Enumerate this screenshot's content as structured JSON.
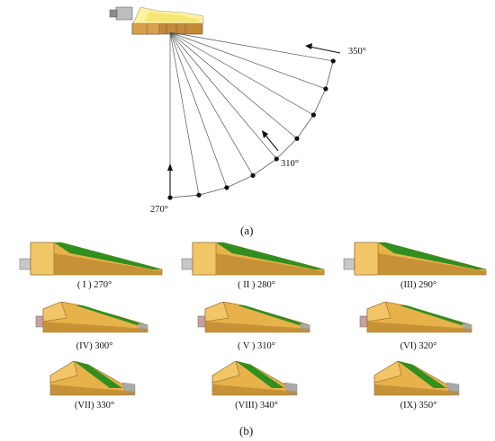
{
  "panel_a": {
    "label": "(a)",
    "angle_labels": [
      {
        "text": "350°"
      },
      {
        "text": "310°"
      },
      {
        "text": "270°"
      }
    ]
  },
  "panel_b": {
    "label": "(b)",
    "cases": [
      {
        "caption": "( I ) 270°",
        "style": "long"
      },
      {
        "caption": "( II ) 280°",
        "style": "long"
      },
      {
        "caption": "(III) 290°",
        "style": "long"
      },
      {
        "caption": "(IV) 300°",
        "style": "mid"
      },
      {
        "caption": "( V ) 310°",
        "style": "mid"
      },
      {
        "caption": "(VI) 320°",
        "style": "mid"
      },
      {
        "caption": "(VII) 330°",
        "style": "short"
      },
      {
        "caption": "(VIII) 340°",
        "style": "short"
      },
      {
        "caption": "(IX) 350°",
        "style": "short"
      }
    ]
  },
  "colors": {
    "coal_face": "#e8b24a",
    "coal_dark": "#b9852f",
    "coal_top": "#f2c566",
    "support_green": "#2f8f1f",
    "steel_gray": "#a9a9a9"
  }
}
